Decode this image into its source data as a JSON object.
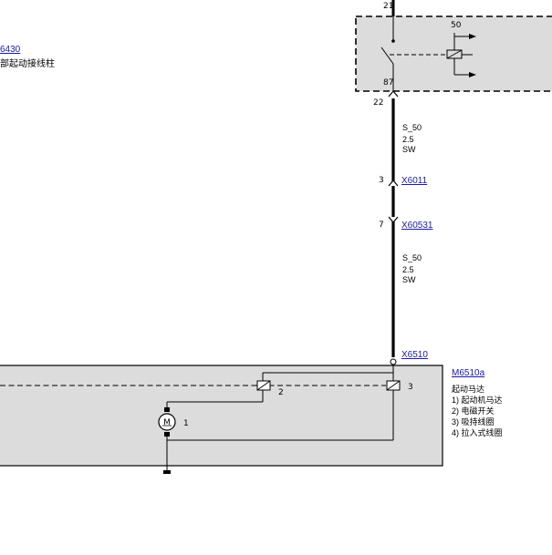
{
  "left_ref": {
    "code": "6430",
    "desc": "部起动接线柱"
  },
  "relay": {
    "pin_top": "21",
    "pin_50": "50",
    "pin_87": "87"
  },
  "wire_top": {
    "pin": "22",
    "signal": "S_50",
    "size": "2.5",
    "color": "SW"
  },
  "connector_1": {
    "pin": "3",
    "code": "X6011"
  },
  "connector_2": {
    "pin": "7",
    "code": "X60531"
  },
  "wire_bottom": {
    "signal": "S_50",
    "size": "2.5",
    "color": "SW"
  },
  "connector_3": {
    "code": "X6510"
  },
  "starter": {
    "code": "M6510a",
    "title": "起动马达",
    "items": [
      "1) 起动机马达",
      "2) 电磁开关",
      "3) 吸持线圈",
      "4) 拉入式线圈"
    ],
    "callout_1": "1",
    "callout_2": "2",
    "callout_3": "3",
    "motor_symbol": "M"
  }
}
